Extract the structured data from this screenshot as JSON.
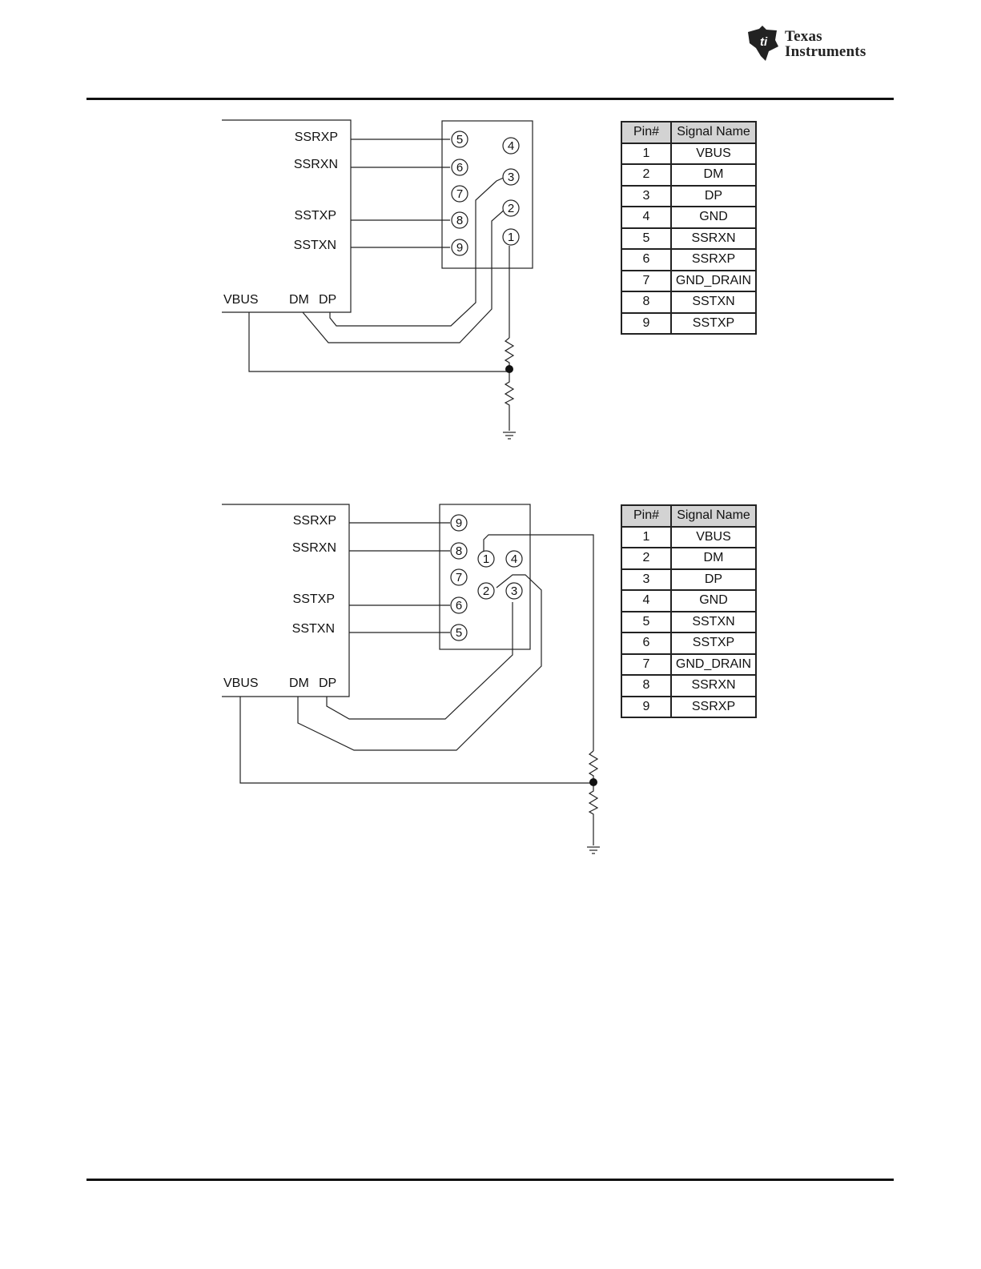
{
  "header": {
    "brand_line1": "Texas",
    "brand_line2": "Instruments",
    "brand_color": "#222222"
  },
  "figure_a": {
    "chip_labels": {
      "ssrxp": "SSRXP",
      "ssrxn": "SSRXN",
      "sstxp": "SSTXP",
      "sstxn": "SSTXN",
      "vbus": "VBUS",
      "dm": "DM",
      "dp": "DP"
    },
    "connector_pins": [
      "5",
      "6",
      "7",
      "8",
      "9",
      "4",
      "3",
      "2",
      "1"
    ],
    "table": {
      "headers": [
        "Pin#",
        "Signal Name"
      ],
      "rows": [
        [
          "1",
          "VBUS"
        ],
        [
          "2",
          "DM"
        ],
        [
          "3",
          "DP"
        ],
        [
          "4",
          "GND"
        ],
        [
          "5",
          "SSRXN"
        ],
        [
          "6",
          "SSRXP"
        ],
        [
          "7",
          "GND_DRAIN"
        ],
        [
          "8",
          "SSTXN"
        ],
        [
          "9",
          "SSTXP"
        ]
      ]
    }
  },
  "figure_b": {
    "chip_labels": {
      "ssrxp": "SSRXP",
      "ssrxn": "SSRXN",
      "sstxp": "SSTXP",
      "sstxn": "SSTXN",
      "vbus": "VBUS",
      "dm": "DM",
      "dp": "DP"
    },
    "connector_pins": [
      "9",
      "8",
      "7",
      "6",
      "5",
      "1",
      "4",
      "2",
      "3"
    ],
    "table": {
      "headers": [
        "Pin#",
        "Signal Name"
      ],
      "rows": [
        [
          "1",
          "VBUS"
        ],
        [
          "2",
          "DM"
        ],
        [
          "3",
          "DP"
        ],
        [
          "4",
          "GND"
        ],
        [
          "5",
          "SSTXN"
        ],
        [
          "6",
          "SSTXP"
        ],
        [
          "7",
          "GND_DRAIN"
        ],
        [
          "8",
          "SSRXN"
        ],
        [
          "9",
          "SSRXP"
        ]
      ]
    }
  }
}
